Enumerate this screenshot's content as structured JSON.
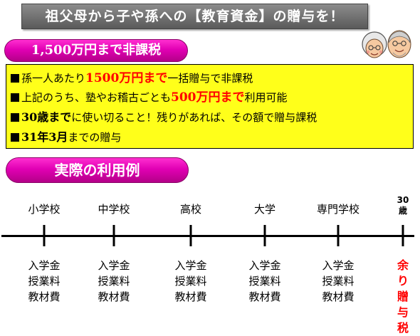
{
  "title": "祖父母から子や孫への【教育資金】の贈与を！",
  "section1_label": "1,500万円まで非課税",
  "info_lines": [
    {
      "pre": "孫一人あたり",
      "em": "1500万円まで",
      "post": "一括贈与で非課税",
      "em_color": "#ff0000"
    },
    {
      "pre": "上記のうち、塾やお稽古ごとも",
      "em": "500万円まで",
      "post": "利用可能",
      "em_color": "#ff0000"
    },
    {
      "pre": "",
      "em": "30歳まで",
      "post": "に使い切ること！残りがあれば、その額で贈与課税",
      "em_color": "#000000"
    },
    {
      "pre": "",
      "em": "31年3月",
      "post": "までの贈与",
      "em_color": "#000000"
    }
  ],
  "section2_label": "実際の利用例",
  "stages": [
    "小学校",
    "中学校",
    "高校",
    "大学",
    "専門学校"
  ],
  "final_stage": {
    "line1": "30",
    "line2": "歳"
  },
  "cost_items": [
    "入学金",
    "授業料",
    "教材費"
  ],
  "final_costs": [
    "余り",
    "贈与",
    "税"
  ],
  "colors": {
    "accent_pink": "#e100b4",
    "info_box_bg": "#ffff1a",
    "emphasis_red": "#ff0000",
    "title_bar_bg": "#6e6e6e"
  },
  "icons": [
    "grandparents-illustration"
  ]
}
